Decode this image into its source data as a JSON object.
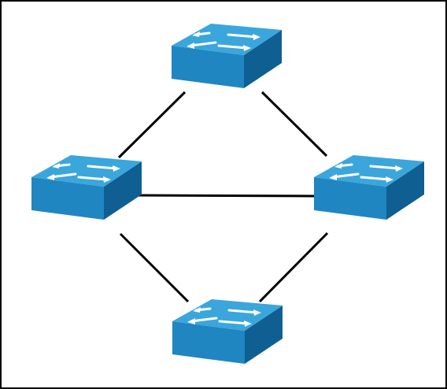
{
  "diagram": {
    "type": "network-topology",
    "nodes": [
      {
        "id": "switch-top",
        "icon": "network-switch-icon"
      },
      {
        "id": "switch-left",
        "icon": "network-switch-icon"
      },
      {
        "id": "switch-right",
        "icon": "network-switch-icon"
      },
      {
        "id": "switch-bottom",
        "icon": "network-switch-icon"
      }
    ],
    "links": [
      {
        "from": "switch-top",
        "to": "switch-left"
      },
      {
        "from": "switch-top",
        "to": "switch-right"
      },
      {
        "from": "switch-left",
        "to": "switch-right"
      },
      {
        "from": "switch-left",
        "to": "switch-bottom"
      },
      {
        "from": "switch-right",
        "to": "switch-bottom"
      }
    ]
  },
  "colors": {
    "switch_top_face": "#3aa6dc",
    "switch_front_face": "#1f86c2",
    "switch_side_face": "#0f5f93",
    "arrow": "#ffffff",
    "link": "#000000",
    "border": "#000000",
    "background": "#ffffff"
  }
}
